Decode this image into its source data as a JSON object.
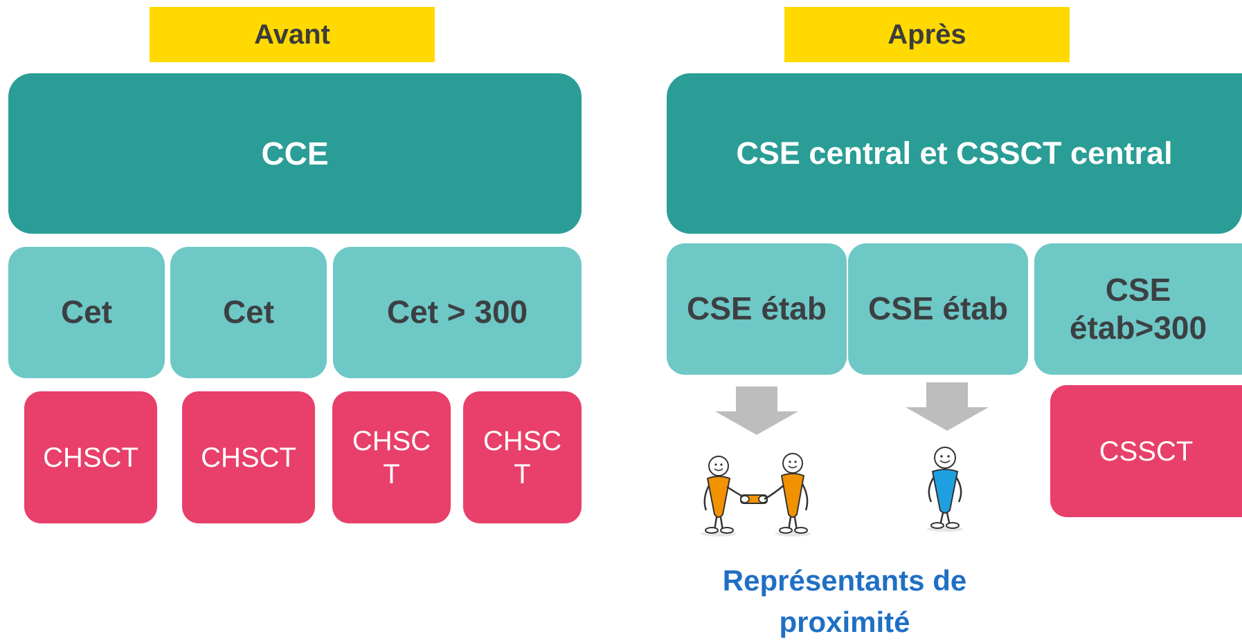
{
  "before": {
    "header": "Avant",
    "top": "CCE",
    "establishments": [
      "Cet",
      "Cet",
      "Cet > 300"
    ],
    "committees": [
      "CHSCT",
      "CHSCT",
      "CHSC\nT",
      "CHSC\nT"
    ]
  },
  "after": {
    "header": "Après",
    "top": "CSE central et CSSCT central",
    "establishments": [
      "CSE étab",
      "CSE étab",
      "CSE\nétab>300"
    ],
    "committee": "CSSCT",
    "caption": "Représentants de\nproximité"
  },
  "colors": {
    "header_bg": "#FFD900",
    "central_bg": "#2A9D96",
    "establishment_bg": "#6EC8C6",
    "committee_bg": "#E8406B",
    "caption_text": "#1F6FC4",
    "arrow": "#BDBDBD"
  },
  "icons": [
    "down-arrow-icon",
    "two-people-handshake-icon",
    "single-person-icon"
  ]
}
